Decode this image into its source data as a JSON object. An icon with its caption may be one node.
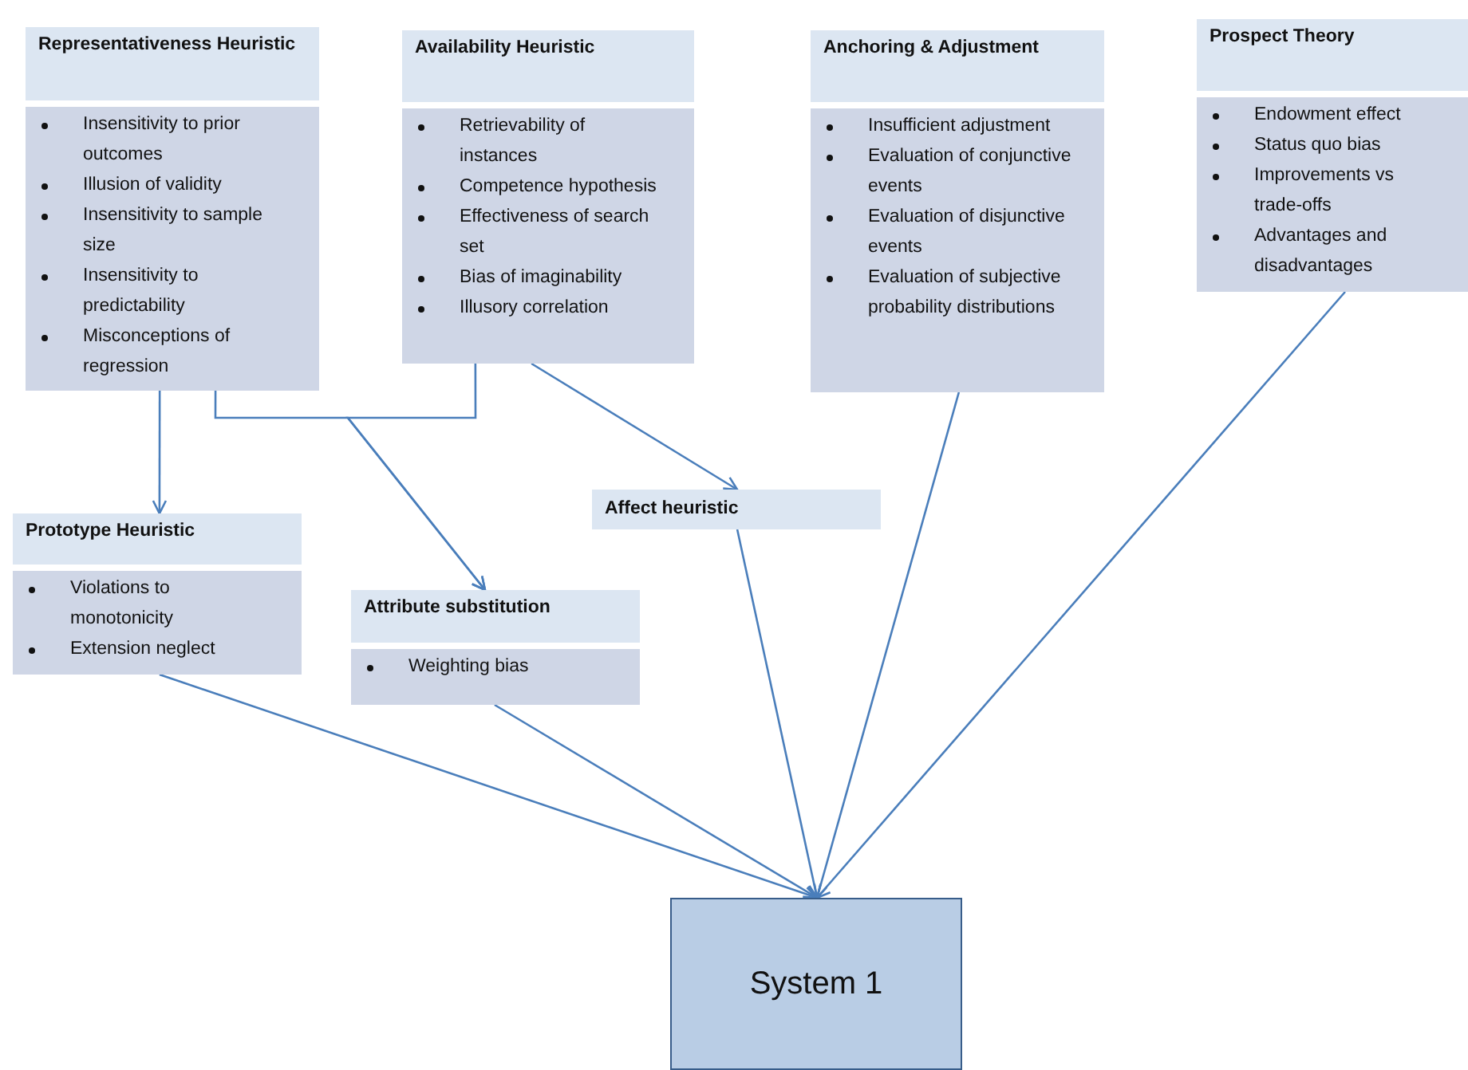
{
  "diagram": {
    "nodes": [
      {
        "text": [
          "Representativeness Heuristic",
          "Insensitivity to prior outcomes",
          "Illusion of validity",
          "Insensitivity to sample size",
          "Insensitivity to predictability",
          "Misconceptions of regression"
        ]
      },
      {
        "text": [
          "Availability Heuristic",
          "Retrievability of instances",
          "Competence hypothesis",
          "Effectiveness of search set",
          "Bias of imaginability",
          "Illusory correlation"
        ]
      },
      {
        "text": [
          "Anchoring & Adjustment",
          "Insufficient adjustment",
          "Evaluation of conjunctive events",
          "Evaluation of disjunctive events",
          "Evaluation of subjective probability distributions"
        ]
      },
      {
        "text": [
          "Prospect Theory",
          "Endowment effect",
          "Status quo bias",
          "Improvements vs trade-offs",
          "Advantages and disadvantages"
        ]
      },
      {
        "text": [
          "Prototype Heuristic",
          "Violations to monotonicity",
          "Extension neglect"
        ]
      },
      {
        "text": [
          "Attribute substitution",
          "Weighting bias"
        ]
      },
      {
        "text": [
          "Affect heuristic"
        ]
      },
      {
        "text": [
          "System 1"
        ]
      }
    ],
    "edges": [
      {
        "from": 0,
        "to": 4,
        "arrow": "to"
      },
      {
        "from": 0,
        "to": 5,
        "arrow": "to"
      },
      {
        "from": 1,
        "to": 5,
        "arrow": "to"
      },
      {
        "from": 1,
        "to": 6,
        "arrow": "to"
      },
      {
        "from": 4,
        "to": 7,
        "arrow": "to"
      },
      {
        "from": 5,
        "to": 7,
        "arrow": "to"
      },
      {
        "from": 6,
        "to": 7,
        "arrow": "to"
      },
      {
        "from": 2,
        "to": 7,
        "arrow": "to"
      },
      {
        "from": 3,
        "to": 7,
        "arrow": "to"
      }
    ]
  }
}
